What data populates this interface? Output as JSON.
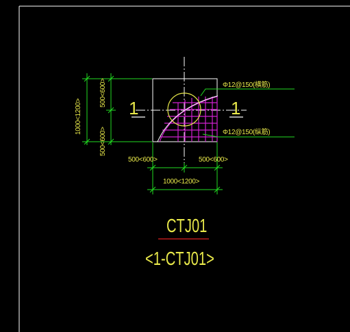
{
  "dimensions": {
    "left_top": "500<600>",
    "left_total": "1000<1200>",
    "left_bottom": "500<600>",
    "bottom_left": "500<600>",
    "bottom_right": "500<600>",
    "bottom_total": "1000<1200>"
  },
  "rebar": {
    "top": "Φ12@150(横筋)",
    "bottom": "Φ12@150(纵筋)"
  },
  "section_marks": {
    "left": "1",
    "right": "1"
  },
  "titles": {
    "name": "CTJ01",
    "section": "<1-CTJ01>"
  },
  "colors": {
    "background": "#000000",
    "annotation": "#e8e84a",
    "dimension_line": "#22dd22",
    "outline": "#ffffff",
    "rebar_mesh": "#d020d0",
    "title_underline": "#e02020"
  }
}
